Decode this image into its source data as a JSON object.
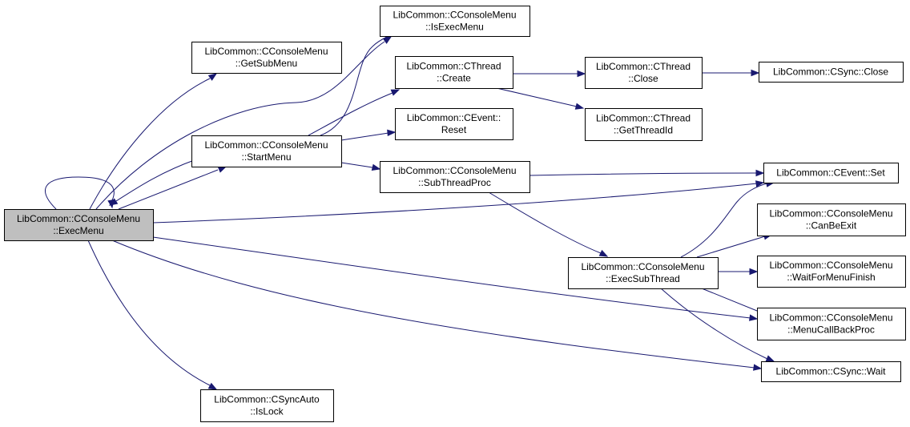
{
  "colors": {
    "edge": "#191970",
    "node_fill": "#ffffff",
    "focus_fill": "#bfbfbf",
    "border": "#000000"
  },
  "nodes": [
    {
      "id": "execmenu",
      "lines": [
        "LibCommon::CConsoleMenu",
        "::ExecMenu"
      ],
      "focus": true
    },
    {
      "id": "getsubmenu",
      "lines": [
        "LibCommon::CConsoleMenu",
        "::GetSubMenu"
      ]
    },
    {
      "id": "isexecmenu",
      "lines": [
        "LibCommon::CConsoleMenu",
        "::IsExecMenu"
      ]
    },
    {
      "id": "startmenu",
      "lines": [
        "LibCommon::CConsoleMenu",
        "::StartMenu"
      ]
    },
    {
      "id": "thread_create",
      "lines": [
        "LibCommon::CThread",
        "::Create"
      ]
    },
    {
      "id": "event_reset",
      "lines": [
        "LibCommon::CEvent::",
        "Reset"
      ]
    },
    {
      "id": "subthreadproc",
      "lines": [
        "LibCommon::CConsoleMenu",
        "::SubThreadProc"
      ]
    },
    {
      "id": "thread_close",
      "lines": [
        "LibCommon::CThread",
        "::Close"
      ]
    },
    {
      "id": "thread_getid",
      "lines": [
        "LibCommon::CThread",
        "::GetThreadId"
      ]
    },
    {
      "id": "sync_close",
      "lines": [
        "LibCommon::CSync::Close"
      ]
    },
    {
      "id": "event_set",
      "lines": [
        "LibCommon::CEvent::Set"
      ]
    },
    {
      "id": "canbeexit",
      "lines": [
        "LibCommon::CConsoleMenu",
        "::CanBeExit"
      ]
    },
    {
      "id": "execsubthread",
      "lines": [
        "LibCommon::CConsoleMenu",
        "::ExecSubThread"
      ]
    },
    {
      "id": "waitformenufinish",
      "lines": [
        "LibCommon::CConsoleMenu",
        "::WaitForMenuFinish"
      ]
    },
    {
      "id": "menucallbackproc",
      "lines": [
        "LibCommon::CConsoleMenu",
        "::MenuCallBackProc"
      ]
    },
    {
      "id": "sync_wait",
      "lines": [
        "LibCommon::CSync::Wait"
      ]
    },
    {
      "id": "syncauto_islock",
      "lines": [
        "LibCommon::CSyncAuto",
        "::IsLock"
      ]
    }
  ],
  "edges": [
    {
      "from": "execmenu",
      "to": "execmenu"
    },
    {
      "from": "execmenu",
      "to": "getsubmenu"
    },
    {
      "from": "execmenu",
      "to": "isexecmenu"
    },
    {
      "from": "execmenu",
      "to": "startmenu"
    },
    {
      "from": "execmenu",
      "to": "event_set"
    },
    {
      "from": "execmenu",
      "to": "menucallbackproc"
    },
    {
      "from": "execmenu",
      "to": "sync_wait"
    },
    {
      "from": "execmenu",
      "to": "syncauto_islock"
    },
    {
      "from": "startmenu",
      "to": "execmenu"
    },
    {
      "from": "startmenu",
      "to": "isexecmenu"
    },
    {
      "from": "startmenu",
      "to": "thread_create"
    },
    {
      "from": "startmenu",
      "to": "event_reset"
    },
    {
      "from": "startmenu",
      "to": "subthreadproc"
    },
    {
      "from": "thread_create",
      "to": "thread_close"
    },
    {
      "from": "thread_create",
      "to": "thread_getid"
    },
    {
      "from": "thread_close",
      "to": "sync_close"
    },
    {
      "from": "subthreadproc",
      "to": "event_set"
    },
    {
      "from": "subthreadproc",
      "to": "execsubthread"
    },
    {
      "from": "execsubthread",
      "to": "event_set"
    },
    {
      "from": "execsubthread",
      "to": "canbeexit"
    },
    {
      "from": "execsubthread",
      "to": "waitformenufinish"
    },
    {
      "from": "execsubthread",
      "to": "menucallbackproc"
    },
    {
      "from": "execsubthread",
      "to": "sync_wait"
    }
  ]
}
